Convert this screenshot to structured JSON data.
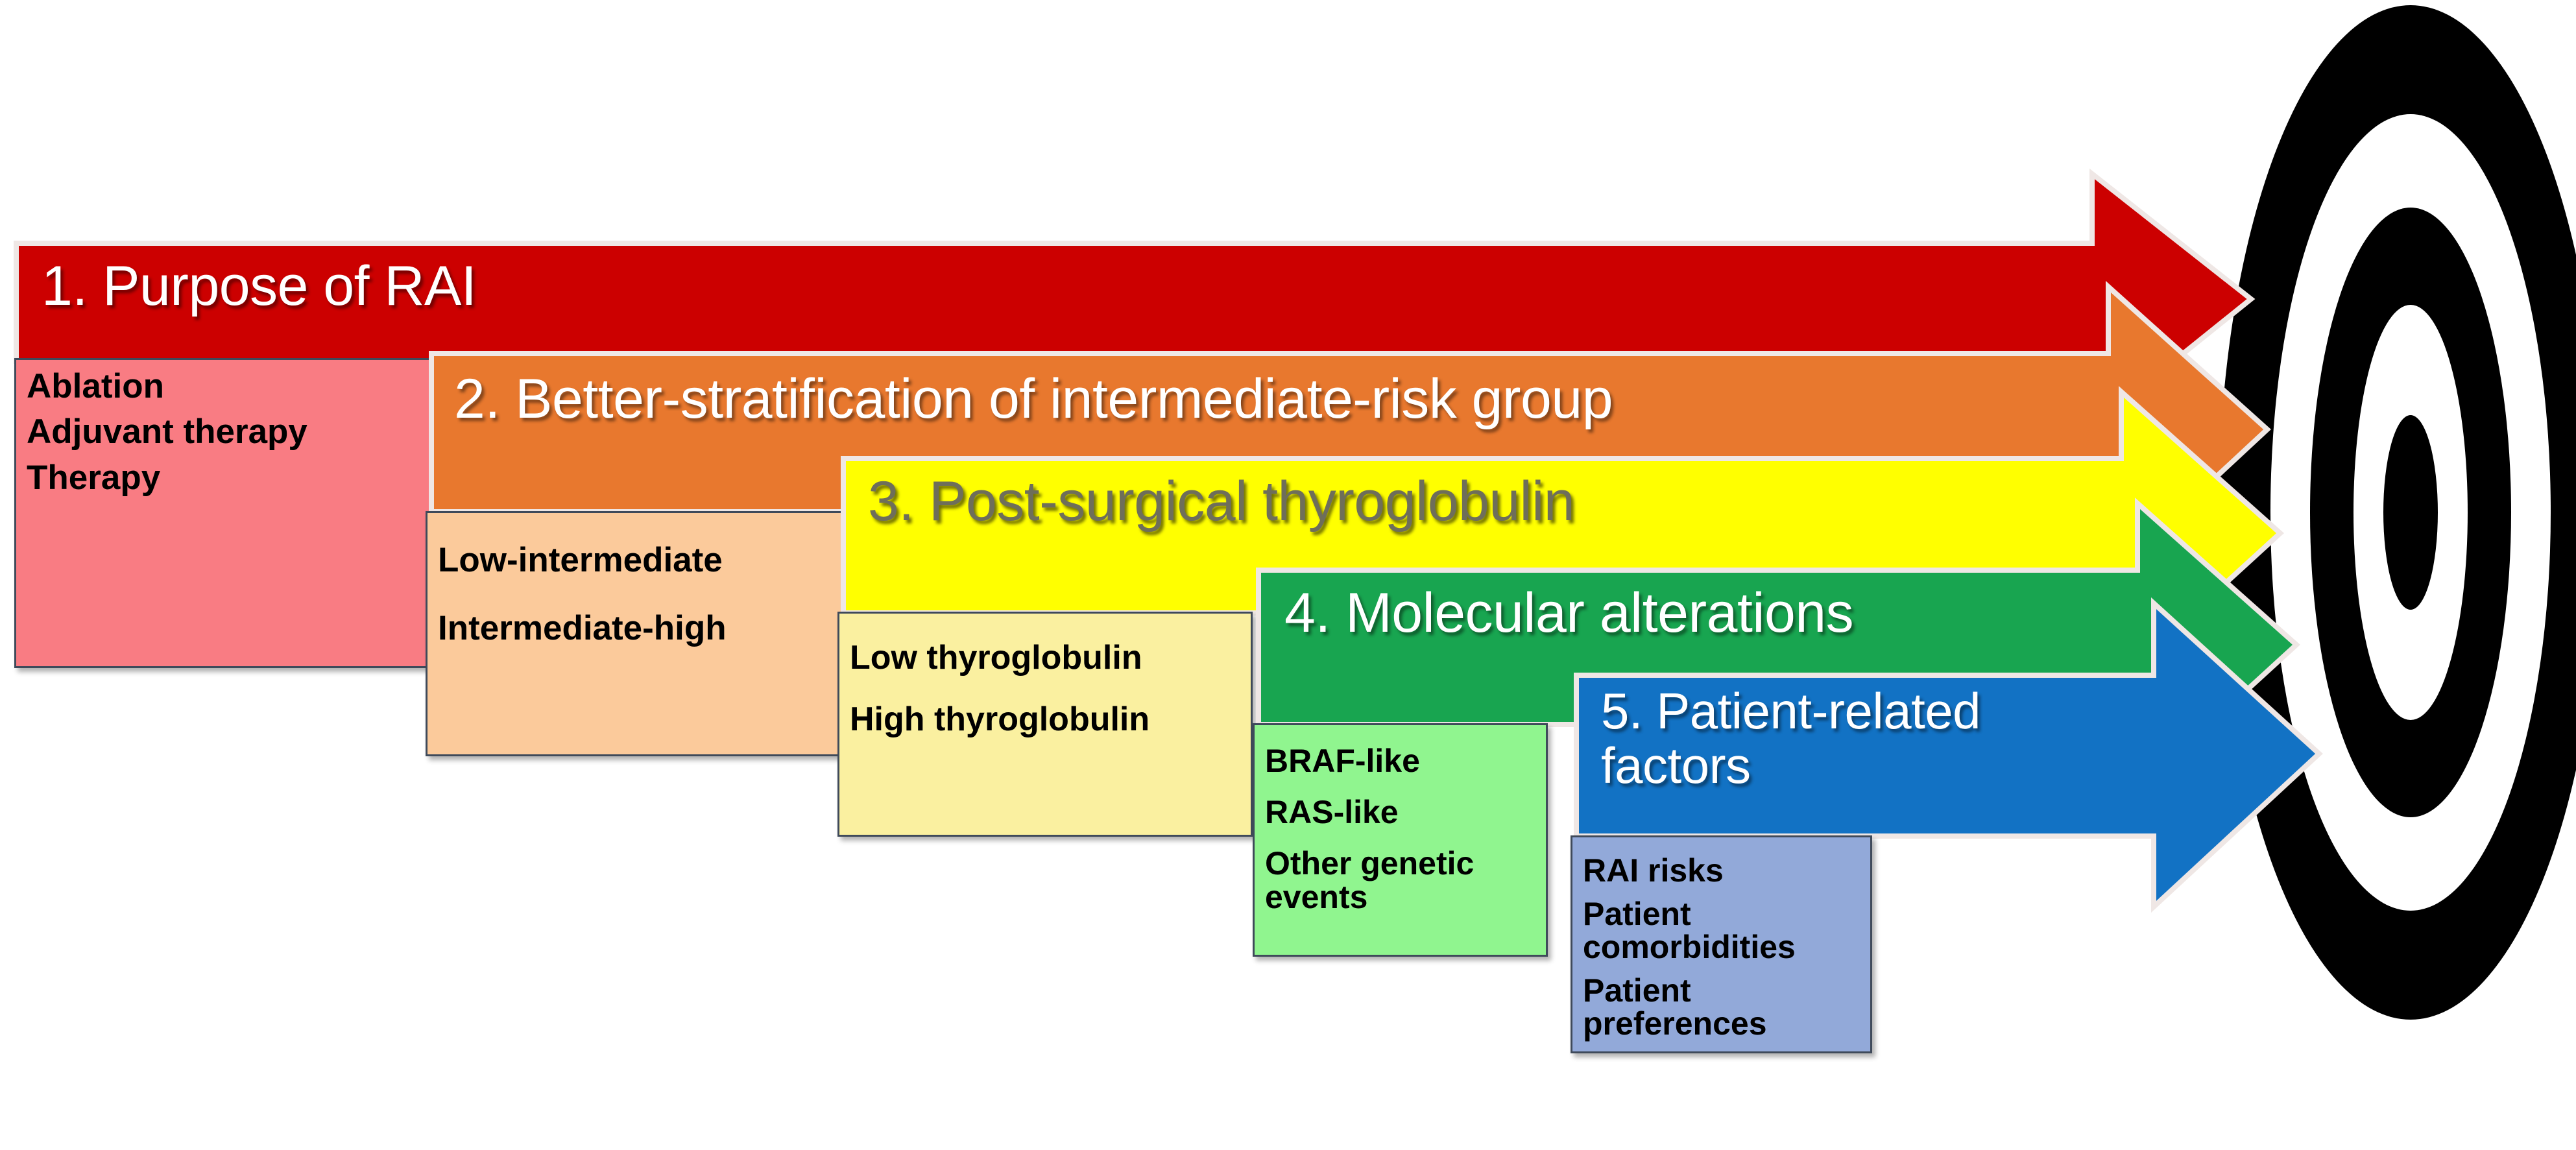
{
  "figure": {
    "title": "RAI decision-making cascade toward the target",
    "type": "chevron-cascade-diagram",
    "steps_count": 5
  },
  "colors": {
    "red": "#CC0000",
    "orange": "#E8782E",
    "yellow": "#FFFF00",
    "green": "#18A550",
    "blue": "#1272C4",
    "pink_light": "#F97C83",
    "peach_light": "#FBCA9B",
    "yellow_light": "#FAF0A0",
    "green_light": "#90F58F",
    "blue_light": "#92A9D9",
    "border": "#3F4A5A",
    "target_ring": "#000000",
    "label_light": "#FFFFFF",
    "label_dark": "#6E6E5A"
  },
  "steps": [
    {
      "id": "purpose-of-rai",
      "number": "1.",
      "title": "1. Purpose of RAI",
      "band_color": "#CC0000",
      "title_color": "#FFFFFF",
      "box_color": "#F97C83",
      "items": [
        "Ablation",
        "Adjuvant therapy",
        "Therapy"
      ]
    },
    {
      "id": "better-stratification",
      "number": "2.",
      "title": "2. Better-stratification of intermediate-risk group",
      "band_color": "#E8782E",
      "title_color": "#FFFFFF",
      "box_color": "#FBCA9B",
      "items": [
        "Low-intermediate",
        "Intermediate-high"
      ]
    },
    {
      "id": "post-surgical-thyroglobulin",
      "number": "3.",
      "title": "3. Post-surgical thyroglobulin",
      "band_color": "#FFFF00",
      "title_color": "#6E6E5A",
      "box_color": "#FAF0A0",
      "items": [
        "Low thyroglobulin",
        "High thyroglobulin"
      ]
    },
    {
      "id": "molecular-alterations",
      "number": "4.",
      "title": "4. Molecular alterations",
      "band_color": "#18A550",
      "title_color": "#FFFFFF",
      "box_color": "#90F58F",
      "items": [
        "BRAF-like",
        "RAS-like",
        "Other genetic\nevents"
      ]
    },
    {
      "id": "patient-related-factors",
      "number": "5.",
      "title": "5. Patient-related\nfactors",
      "band_color": "#1272C4",
      "title_color": "#FFFFFF",
      "box_color": "#92A9D9",
      "items": [
        "RAI risks",
        "Patient comorbidities",
        "Patient preferences"
      ]
    }
  ],
  "target": {
    "name": "bullseye-target",
    "rings": 3,
    "ring_color": "#000000",
    "gap_color": "#FFFFFF"
  }
}
